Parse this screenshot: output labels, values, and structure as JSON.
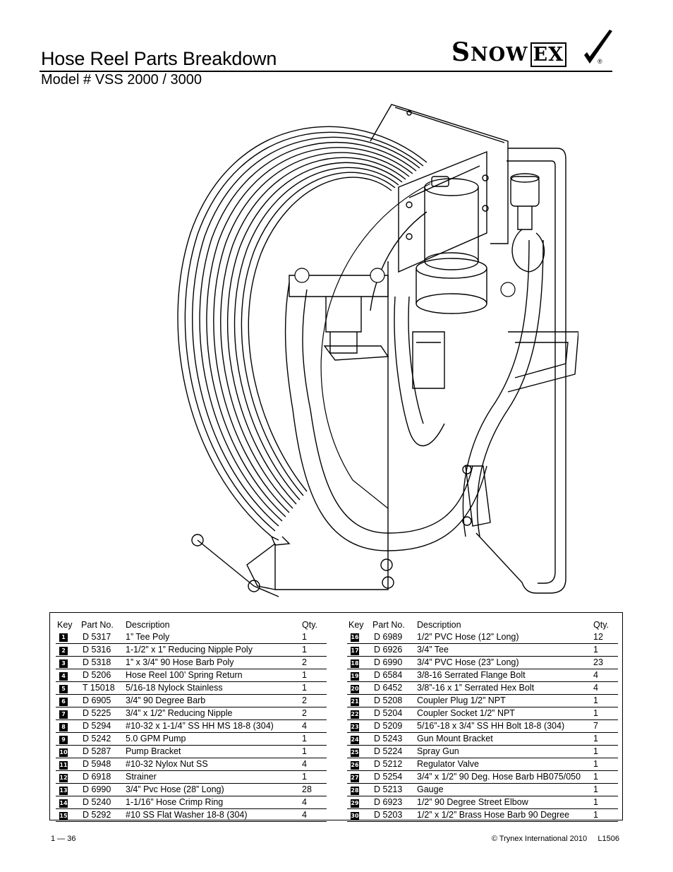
{
  "header": {
    "title": "Hose Reel Parts Breakdown",
    "subtitle": "Model # VSS 2000 / 3000",
    "logo_text": "SnowEx",
    "logo_letters": {
      "s": "S",
      "now": "NOW",
      "ex": "EX",
      "reg": "®"
    }
  },
  "table": {
    "columns": {
      "key": "Key",
      "part": "Part No.",
      "desc": "Description",
      "qty": "Qty."
    },
    "left": [
      {
        "key": "1",
        "part": "D 5317",
        "desc": "1” Tee Poly",
        "qty": "1"
      },
      {
        "key": "2",
        "part": "D 5316",
        "desc": "1-1/2” x 1” Reducing Nipple Poly",
        "qty": "1"
      },
      {
        "key": "3",
        "part": "D 5318",
        "desc": "1” x 3/4” 90 Hose Barb Poly",
        "qty": "2"
      },
      {
        "key": "4",
        "part": "D 5206",
        "desc": "Hose Reel 100’ Spring Return",
        "qty": "1"
      },
      {
        "key": "5",
        "part": "T 15018",
        "desc": "5/16-18 Nylock Stainless",
        "qty": "1"
      },
      {
        "key": "6",
        "part": "D 6905",
        "desc": "3/4” 90 Degree Barb",
        "qty": "2"
      },
      {
        "key": "7",
        "part": "D 5225",
        "desc": "3/4” x 1/2” Reducing Nipple",
        "qty": "2"
      },
      {
        "key": "8",
        "part": "D 5294",
        "desc": "#10-32 x 1-1/4” SS HH MS 18-8 (304)",
        "qty": "4"
      },
      {
        "key": "9",
        "part": "D 5242",
        "desc": "5.0 GPM Pump",
        "qty": "1"
      },
      {
        "key": "10",
        "part": "D 5287",
        "desc": "Pump Bracket",
        "qty": "1"
      },
      {
        "key": "11",
        "part": "D 5948",
        "desc": "#10-32 Nylox Nut SS",
        "qty": "4"
      },
      {
        "key": "12",
        "part": "D 6918",
        "desc": "Strainer",
        "qty": "1"
      },
      {
        "key": "13",
        "part": "D 6990",
        "desc": "3/4” Pvc Hose (28” Long)",
        "qty": "28"
      },
      {
        "key": "14",
        "part": "D 5240",
        "desc": "1-1/16” Hose Crimp Ring",
        "qty": "4"
      },
      {
        "key": "15",
        "part": "D 5292",
        "desc": "#10 SS Flat Washer 18-8 (304)",
        "qty": "4"
      }
    ],
    "right": [
      {
        "key": "16",
        "part": "D 6989",
        "desc": "1/2” PVC Hose (12” Long)",
        "qty": "12"
      },
      {
        "key": "17",
        "part": "D 6926",
        "desc": "3/4” Tee",
        "qty": "1"
      },
      {
        "key": "18",
        "part": "D 6990",
        "desc": "3/4” PVC Hose (23” Long)",
        "qty": "23"
      },
      {
        "key": "19",
        "part": "D 6584",
        "desc": "3/8-16 Serrated Flange Bolt",
        "qty": "4"
      },
      {
        "key": "20",
        "part": "D 6452",
        "desc": "3/8”-16 x 1” Serrated Hex Bolt",
        "qty": "4"
      },
      {
        "key": "21",
        "part": "D 5208",
        "desc": "Coupler Plug 1/2” NPT",
        "qty": "1"
      },
      {
        "key": "22",
        "part": "D 5204",
        "desc": "Coupler Socket 1/2” NPT",
        "qty": "1"
      },
      {
        "key": "23",
        "part": "D 5209",
        "desc": "5/16”-18 x 3/4” SS HH Bolt 18-8 (304)",
        "qty": "7"
      },
      {
        "key": "24",
        "part": "D 5243",
        "desc": "Gun Mount Bracket",
        "qty": "1"
      },
      {
        "key": "25",
        "part": "D 5224",
        "desc": "Spray Gun",
        "qty": "1"
      },
      {
        "key": "26",
        "part": "D 5212",
        "desc": "Regulator Valve",
        "qty": "1"
      },
      {
        "key": "27",
        "part": "D 5254",
        "desc": "3/4” x 1/2” 90 Deg. Hose Barb HB075/050",
        "qty": "1"
      },
      {
        "key": "28",
        "part": "D 5213",
        "desc": "Gauge",
        "qty": "1"
      },
      {
        "key": "29",
        "part": "D 6923",
        "desc": "1/2” 90 Degree Street Elbow",
        "qty": "1"
      },
      {
        "key": "30",
        "part": "D 5203",
        "desc": "1/2” x 1/2” Brass Hose Barb 90 Degree",
        "qty": "1"
      }
    ]
  },
  "footer": {
    "page": "1 — 36",
    "copyright": "© Trynex International 2010     L1506"
  }
}
